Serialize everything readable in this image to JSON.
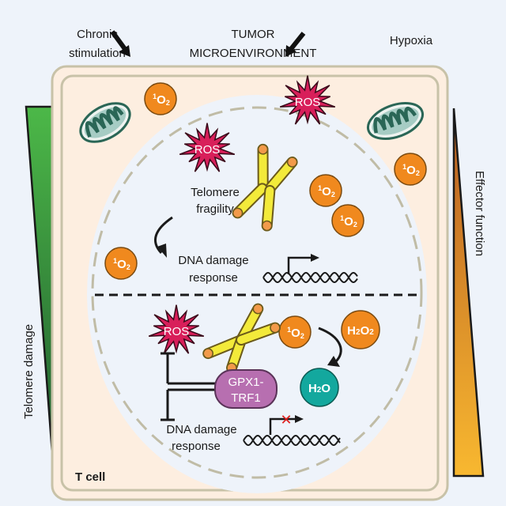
{
  "header": {
    "left_label": [
      "Chronic",
      "stimulation"
    ],
    "center_label": [
      "TUMOR",
      "MICROENVIRONMENT"
    ],
    "right_label": "Hypoxia"
  },
  "gradients": {
    "left": {
      "label": "Telomere damage",
      "color_top": "#4cb848",
      "color_bottom": "#1f5a2e"
    },
    "right": {
      "label": "Effector function",
      "color_top": "#c8722a",
      "color_bottom": "#f8b830"
    }
  },
  "cell": {
    "label": "T cell",
    "membrane_color": "#c8c2a8",
    "cytoplasm_color": "#fdeee0",
    "nucleus_color": "#eef3fa"
  },
  "molecules": {
    "singlet_oxygen": {
      "sup": "1",
      "main": "O",
      "sub": "2",
      "color": "#f0891e"
    },
    "ros": {
      "label": "ROS",
      "color": "#d81f5a"
    },
    "h2o2": {
      "parts": [
        "H",
        "2",
        "O",
        "2"
      ],
      "color": "#f0891e"
    },
    "h2o": {
      "parts": [
        "H",
        "2",
        "O"
      ],
      "color": "#13a89e"
    },
    "gpx1_trf1": {
      "lines": [
        "GPX1-",
        "TRF1"
      ],
      "color": "#b76fb0"
    }
  },
  "top_half": {
    "telomere_label": [
      "Telomere",
      "fragility"
    ],
    "ddr_label": [
      "DNA damage",
      "response"
    ]
  },
  "bottom_half": {
    "ddr_label": [
      "DNA damage",
      "response"
    ],
    "blocked_mark": "✕"
  }
}
